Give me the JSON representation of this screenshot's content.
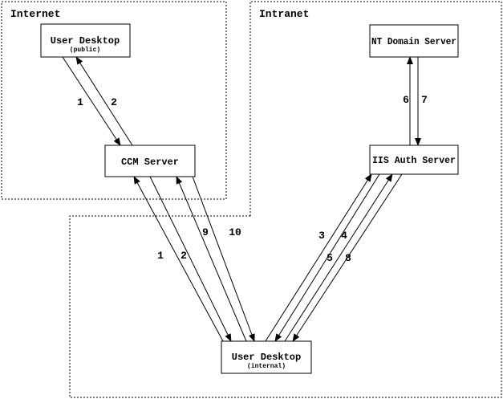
{
  "zones": {
    "internet": {
      "label": "Internet"
    },
    "intranet": {
      "label": "Intranet"
    }
  },
  "nodes": {
    "user_desktop_public": {
      "title": "User Desktop",
      "subtitle": "(public)"
    },
    "ccm_server": {
      "title": "CCM Server"
    },
    "nt_domain_server": {
      "title": "NT Domain Server"
    },
    "iis_auth_server": {
      "title": "IIS Auth Server"
    },
    "user_desktop_internal": {
      "title": "User Desktop",
      "subtitle": "(internal)"
    }
  },
  "flows": [
    {
      "label": "1",
      "from": "User Desktop (public)",
      "to": "CCM Server"
    },
    {
      "label": "2",
      "from": "CCM Server",
      "to": "User Desktop (public)"
    },
    {
      "label": "1",
      "from": "User Desktop (internal)",
      "to": "CCM Server"
    },
    {
      "label": "2",
      "from": "CCM Server",
      "to": "User Desktop (internal)"
    },
    {
      "label": "9",
      "from": "User Desktop (internal)",
      "to": "CCM Server"
    },
    {
      "label": "10",
      "from": "CCM Server",
      "to": "User Desktop (internal)"
    },
    {
      "label": "3",
      "from": "User Desktop (internal)",
      "to": "IIS Auth Server"
    },
    {
      "label": "4",
      "from": "IIS Auth Server",
      "to": "User Desktop (internal)"
    },
    {
      "label": "5",
      "from": "User Desktop (internal)",
      "to": "IIS Auth Server"
    },
    {
      "label": "8",
      "from": "IIS Auth Server",
      "to": "User Desktop (internal)"
    },
    {
      "label": "6",
      "from": "IIS Auth Server",
      "to": "NT Domain Server"
    },
    {
      "label": "7",
      "from": "NT Domain Server",
      "to": "IIS Auth Server"
    }
  ],
  "colors": {
    "line": "#000000",
    "background": "#ffffff"
  }
}
